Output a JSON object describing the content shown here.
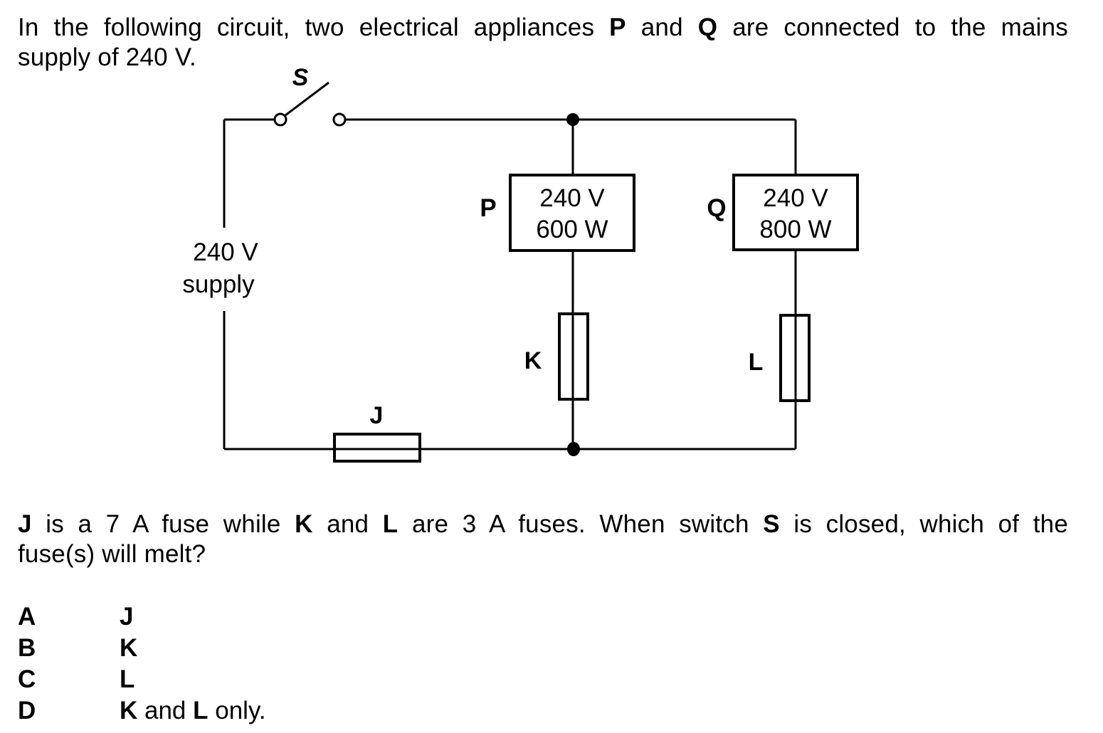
{
  "intro": {
    "line1": {
      "before_p": "In the following circuit, two electrical appliances ",
      "p": "P",
      "mid": " and ",
      "q": "Q",
      "after_q": " are connected to the mains"
    },
    "line2": "supply of 240 V."
  },
  "circuit": {
    "switch_label": "S",
    "supply_label_line1": "240 V",
    "supply_label_line2": "supply",
    "appliances": [
      {
        "label": "P",
        "voltage": "240 V",
        "power": "600 W"
      },
      {
        "label": "Q",
        "voltage": "240 V",
        "power": "800 W"
      }
    ],
    "fuses": {
      "main": "J",
      "branch_p": "K",
      "branch_q": "L"
    }
  },
  "question": {
    "line1": {
      "j": "J",
      "t1": " is a 7 A fuse while ",
      "k": "K",
      "t2": " and ",
      "l": "L",
      "t3": " are 3 A fuses. When switch ",
      "s": "S",
      "t4": " is closed, which of the"
    },
    "line2": "fuse(s) will melt?"
  },
  "options": [
    {
      "letter": "A",
      "answer_bold": "J",
      "answer_rest": "",
      "answer_bold2": "",
      "answer_tail": ""
    },
    {
      "letter": "B",
      "answer_bold": "K",
      "answer_rest": "",
      "answer_bold2": "",
      "answer_tail": ""
    },
    {
      "letter": "C",
      "answer_bold": "L",
      "answer_rest": "",
      "answer_bold2": "",
      "answer_tail": ""
    },
    {
      "letter": "D",
      "answer_bold": "K",
      "answer_rest": " and ",
      "answer_bold2": "L",
      "answer_tail": " only."
    }
  ]
}
